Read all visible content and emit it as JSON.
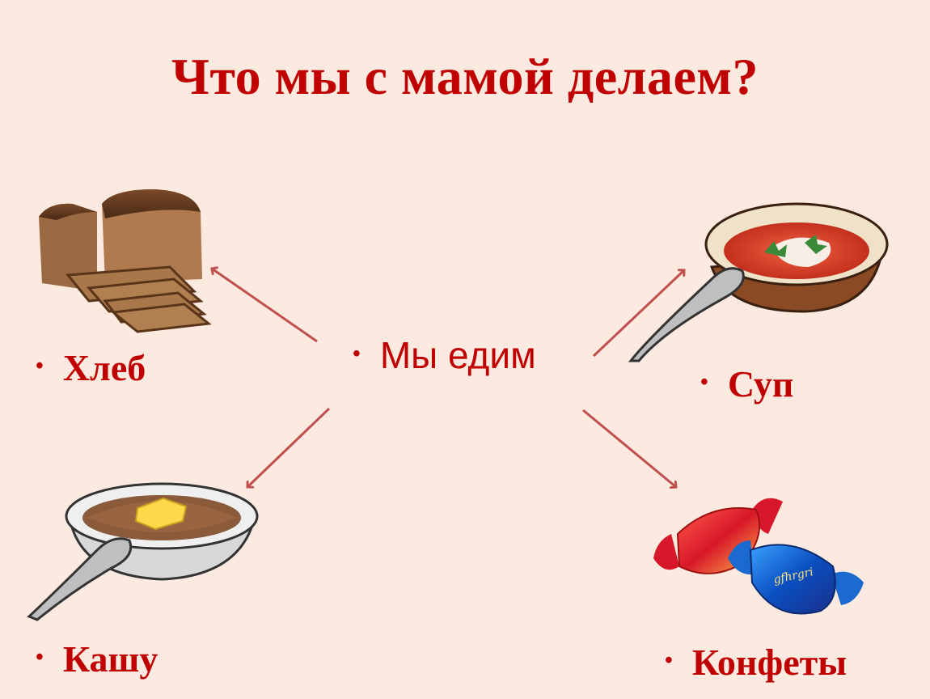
{
  "title": "Что мы с мамой делаем?",
  "center": {
    "bullet": "•",
    "text": "Мы едим"
  },
  "items": [
    {
      "bullet": "•",
      "text": "Хлеб"
    },
    {
      "bullet": "•",
      "text": "Суп"
    },
    {
      "bullet": "•",
      "text": "Кашу"
    },
    {
      "bullet": "•",
      "text": "Конфеты"
    }
  ],
  "candy_wrapper_text": "gfhrgri",
  "colors": {
    "background": "#fce9df",
    "text": "#c00000",
    "arrow": "#c0504d"
  }
}
